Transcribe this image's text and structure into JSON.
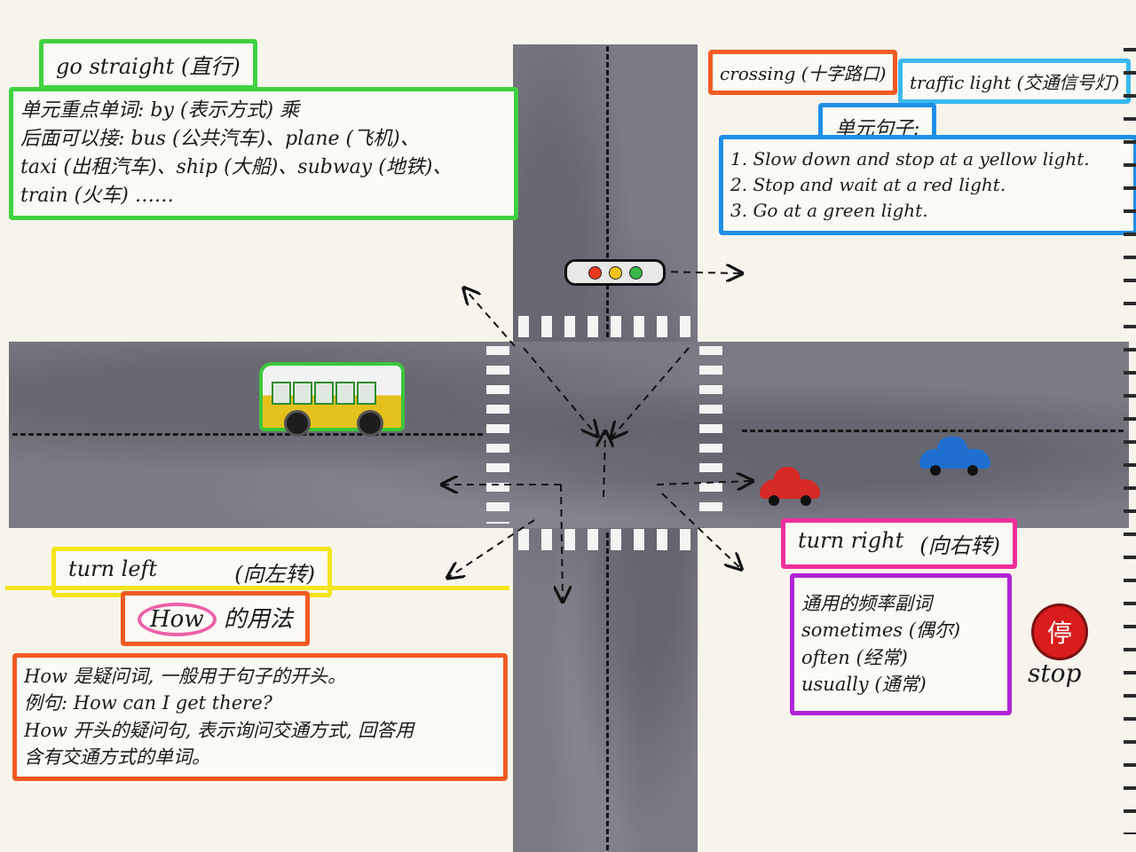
{
  "colors": {
    "green": "#3fd23f",
    "orange": "#f25a22",
    "sky": "#39b8ee",
    "blue": "#1f8fe8",
    "yellow": "#f3e51c",
    "pink": "#ee2f9c",
    "purple": "#b023d8",
    "road": "#7b7b86"
  },
  "go_straight": {
    "title": "go straight (直行)",
    "lines": [
      "单元重点单词: by (表示方式) 乘",
      "后面可以接: bus (公共汽车)、plane (飞机)、",
      "taxi (出租汽车)、ship (大船)、subway (地铁)、",
      "train (火车) ……"
    ]
  },
  "crossing": {
    "label": "crossing (十字路口)"
  },
  "traffic_light": {
    "label": "traffic light (交通信号灯)",
    "lamps": [
      "#e8391f",
      "#f1c21b",
      "#36b84a"
    ]
  },
  "sentences": {
    "title": "单元句子:",
    "lines": [
      "1. Slow down and stop at a yellow light.",
      "2. Stop and wait at a red light.",
      "3. Go at a green light."
    ]
  },
  "turn_left": {
    "label": "turn left",
    "cn": "(向左转)"
  },
  "how_usage": {
    "how": "How",
    "title": "的用法",
    "lines": [
      "How 是疑问词, 一般用于句子的开头。",
      "例句: How can I get there?",
      "How 开头的疑问句, 表示询问交通方式, 回答用",
      "含有交通方式的单词。"
    ]
  },
  "turn_right": {
    "label": "turn right",
    "cn": "(向右转)"
  },
  "adverbs": {
    "title": "通用的频率副词",
    "lines": [
      "sometimes (偶尔)",
      "often (经常)",
      "usually (通常)"
    ]
  },
  "stop_sign": {
    "glyph": "停",
    "label": "stop"
  }
}
